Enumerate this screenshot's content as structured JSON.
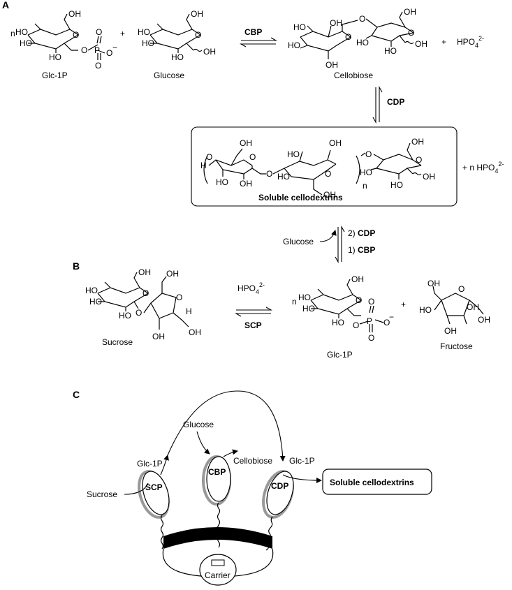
{
  "panels": {
    "a": "A",
    "b": "B",
    "c": "C"
  },
  "panel_a": {
    "n_prefix": "n",
    "plus": "+",
    "glc1p_label": "Glc-1P",
    "glucose_label": "Glucose",
    "cellobiose_label": "Cellobiose",
    "enzyme_cbp": "CBP",
    "enzyme_cdp": "CDP",
    "phosphate": "HPO",
    "phosphate_sub": "4",
    "phosphate_sup": "2-",
    "product_label": "Soluble cellodextrins",
    "n_repeat": "n",
    "n_phosphate": "+ n HPO",
    "glucose_side": "Glucose",
    "step2_num": "2)",
    "step2_enzyme": "CDP",
    "step1_num": "1)",
    "step1_enzyme": "CBP"
  },
  "panel_b": {
    "sucrose_label": "Sucrose",
    "phosphate": "HPO",
    "phosphate_sub": "4",
    "phosphate_sup": "2-",
    "enzyme_scp": "SCP",
    "n_prefix": "n",
    "glc1p_label": "Glc-1P",
    "plus": "+",
    "fructose_label": "Fructose"
  },
  "panel_c": {
    "sucrose": "Sucrose",
    "glc1p_left": "Glc-1P",
    "glucose": "Glucose",
    "cellobiose": "Cellobiose",
    "glc1p_right": "Glc-1P",
    "enzyme_scp": "SCP",
    "enzyme_cbp": "CBP",
    "enzyme_cdp": "CDP",
    "product": "Soluble cellodextrins",
    "carrier": "Carrier"
  },
  "atoms": {
    "oh": "OH",
    "ho": "HO",
    "o": "O",
    "p": "P",
    "h": "H",
    "minus": "−"
  }
}
